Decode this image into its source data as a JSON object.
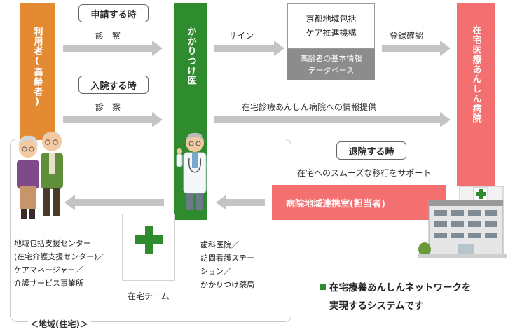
{
  "columns": {
    "user": "利用者(高齢者)",
    "doctor": "かかりつけ医",
    "hospital": "在宅医療あんしん病院"
  },
  "events": {
    "apply": "申請する時",
    "admit": "入院する時",
    "discharge": "退院する時"
  },
  "arrows": {
    "exam1": "診　察",
    "exam2": "診　察",
    "sign": "サイン",
    "register": "登録確認",
    "info": "在宅診療あんしん病院への情報提供",
    "smooth": "在宅へのスムーズな移行をサポート"
  },
  "kyoto": {
    "line1": "京都地域包括",
    "line2": "ケア推進機構",
    "db1": "高齢者の基本情報",
    "db2": "データベース"
  },
  "liaison": "病院地域連携室(担当者)",
  "region": {
    "title": "＜地域(住宅)＞",
    "home_team": "在宅チーム",
    "left_lines": [
      "地域包括支援センター",
      "(在宅介護支援センター)／",
      "ケアマネージャー／",
      "介護サービス事業所"
    ],
    "right_lines": [
      "歯科医院／",
      "訪問看護ステー",
      "ション／",
      "かかりつけ薬局"
    ]
  },
  "summary": {
    "line1": "在宅療養あんしんネットワークを",
    "line2": "実現するシステムです"
  },
  "colors": {
    "user": "#e38a33",
    "doctor": "#2e8b2e",
    "hospital": "#f46f70",
    "arrow": "#c4c4c4",
    "database": "#8c8c8c"
  }
}
